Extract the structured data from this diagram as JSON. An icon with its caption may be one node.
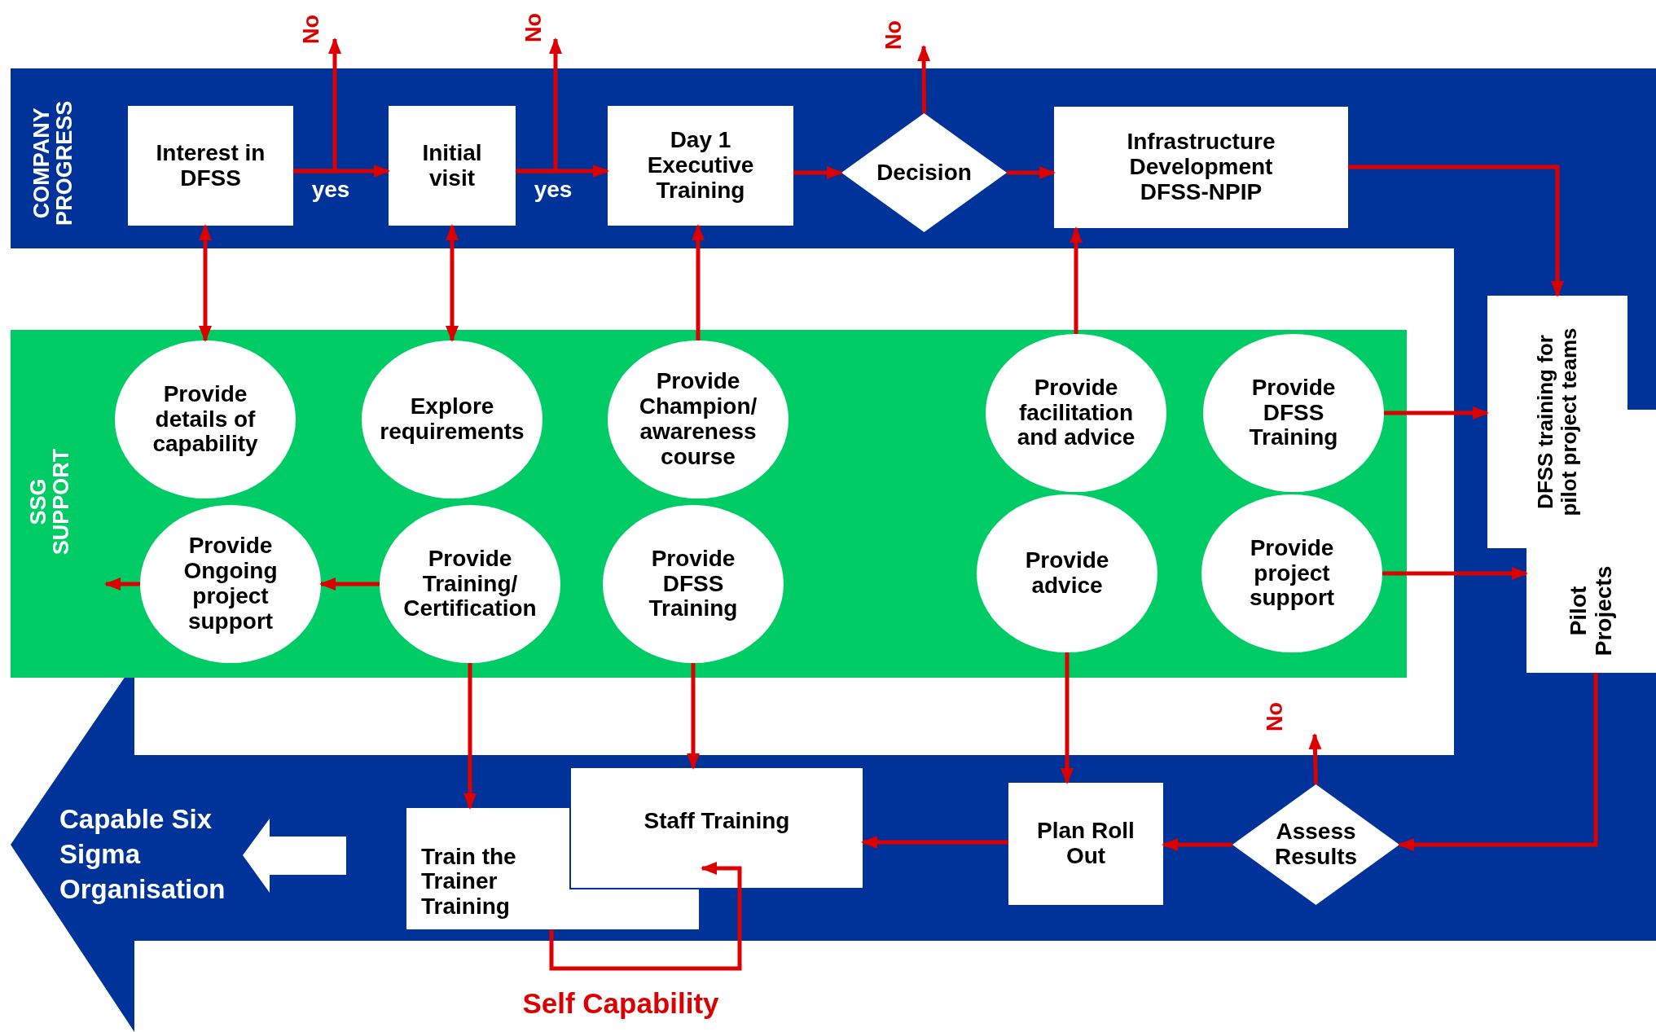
{
  "diagram": {
    "nodes": [
      {
        "text": [
          "Interest in DFSS"
        ]
      },
      {
        "text": [
          "Initial visit"
        ]
      },
      {
        "text": [
          "Day 1 Executive Training"
        ]
      },
      {
        "text": [
          "Decision"
        ]
      },
      {
        "text": [
          "Infrastructure Development DFSS-NPIP"
        ]
      },
      {
        "text": [
          "SSG SUPPORT"
        ]
      },
      {
        "text": [
          "Provide details of capability"
        ],
        "in": 5
      },
      {
        "text": [
          "Explore requirements"
        ],
        "in": 5
      },
      {
        "text": [
          "Provide Champion/ awareness course"
        ],
        "in": 5
      },
      {
        "text": [
          "Provide facilitation and advice"
        ],
        "in": 5
      },
      {
        "text": [
          "Provide DFSS Training"
        ],
        "in": 5
      },
      {
        "text": [
          "Provide Ongoing project support"
        ],
        "in": 5
      },
      {
        "text": [
          "Provide Training/ Certification"
        ],
        "in": 5
      },
      {
        "text": [
          "Provide DFSS Training"
        ],
        "in": 5
      },
      {
        "text": [
          "Provide advice"
        ],
        "in": 5
      },
      {
        "text": [
          "Provide project support"
        ],
        "in": 5
      },
      {
        "text": [
          "DFSS training for pilot project teams"
        ]
      },
      {
        "text": [
          "Pilot Projects"
        ]
      },
      {
        "text": [
          "Staff Training"
        ]
      },
      {
        "text": [
          "Train the Trainer Training"
        ]
      },
      {
        "text": [
          "Plan Roll Out"
        ]
      },
      {
        "text": [
          "Assess Results"
        ]
      }
    ],
    "edges": [
      {
        "from": 0,
        "to": 1,
        "arrow": "to",
        "label": "yes"
      },
      {
        "from": 0,
        "to": null,
        "arrow": "to",
        "label": "No"
      },
      {
        "from": 1,
        "to": 2,
        "arrow": "to",
        "label": "yes"
      },
      {
        "from": 1,
        "to": null,
        "arrow": "to",
        "label": "No"
      },
      {
        "from": 2,
        "to": 3,
        "arrow": "to"
      },
      {
        "from": 3,
        "to": 4,
        "arrow": "to"
      },
      {
        "from": 3,
        "to": null,
        "arrow": "to",
        "label": "No"
      },
      {
        "from": 4,
        "to": 16,
        "arrow": "to"
      },
      {
        "from": 6,
        "to": 0,
        "arrow": "both"
      },
      {
        "from": 7,
        "to": 1,
        "arrow": "both"
      },
      {
        "from": 8,
        "to": 2,
        "arrow": "to"
      },
      {
        "from": 9,
        "to": 4,
        "arrow": "to"
      },
      {
        "from": 10,
        "to": 16,
        "arrow": "to"
      },
      {
        "from": 15,
        "to": 17,
        "arrow": "to"
      },
      {
        "from": 12,
        "to": 11,
        "arrow": "to"
      },
      {
        "from": 11,
        "to": null,
        "arrow": "to"
      },
      {
        "from": 12,
        "to": 19,
        "arrow": "to"
      },
      {
        "from": 13,
        "to": 18,
        "arrow": "to"
      },
      {
        "from": 14,
        "to": 20,
        "arrow": "to"
      },
      {
        "from": 17,
        "to": 21,
        "arrow": "to"
      },
      {
        "from": 21,
        "to": 20,
        "arrow": "to"
      },
      {
        "from": 21,
        "to": null,
        "arrow": "to",
        "label": "No"
      },
      {
        "from": 20,
        "to": 18,
        "arrow": "to"
      },
      {
        "from": 19,
        "to": 18,
        "arrow": "to",
        "label": "Self Capability"
      }
    ],
    "labels": [
      "COMPANY PROGRESS",
      "Capable Six Sigma Organisation"
    ]
  }
}
